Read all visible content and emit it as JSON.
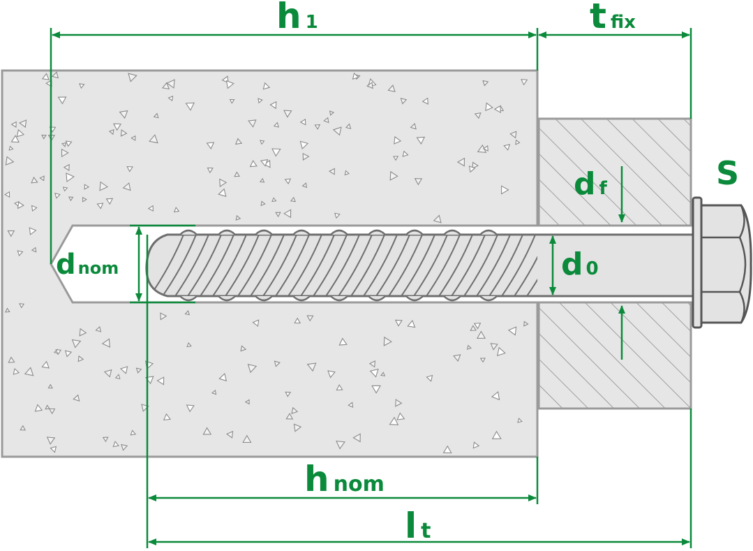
{
  "colors": {
    "accent": "#0a8a3a",
    "concrete_fill": "#e6e6e6",
    "concrete_edge": "#9a9a9a",
    "fixture_hatch": "#a0a0a0",
    "screw_fill": "#e3e3e3",
    "screw_line": "#7a7a7a"
  },
  "labels": {
    "h1": {
      "main": "h",
      "sub": "1"
    },
    "tfix": {
      "main": "t",
      "sub": "fix"
    },
    "df": {
      "main": "d",
      "sub": "f"
    },
    "dnom": {
      "main": "d",
      "sub": "nom"
    },
    "d0": {
      "main": "d",
      "sub": "0"
    },
    "S": {
      "main": "S"
    },
    "hnom": {
      "main": "h",
      "sub": "nom"
    },
    "lt": {
      "main": "l",
      "sub": "t"
    }
  },
  "icons": {
    "screw": "concrete-screw-icon",
    "hex_head": "hex-head-icon"
  }
}
